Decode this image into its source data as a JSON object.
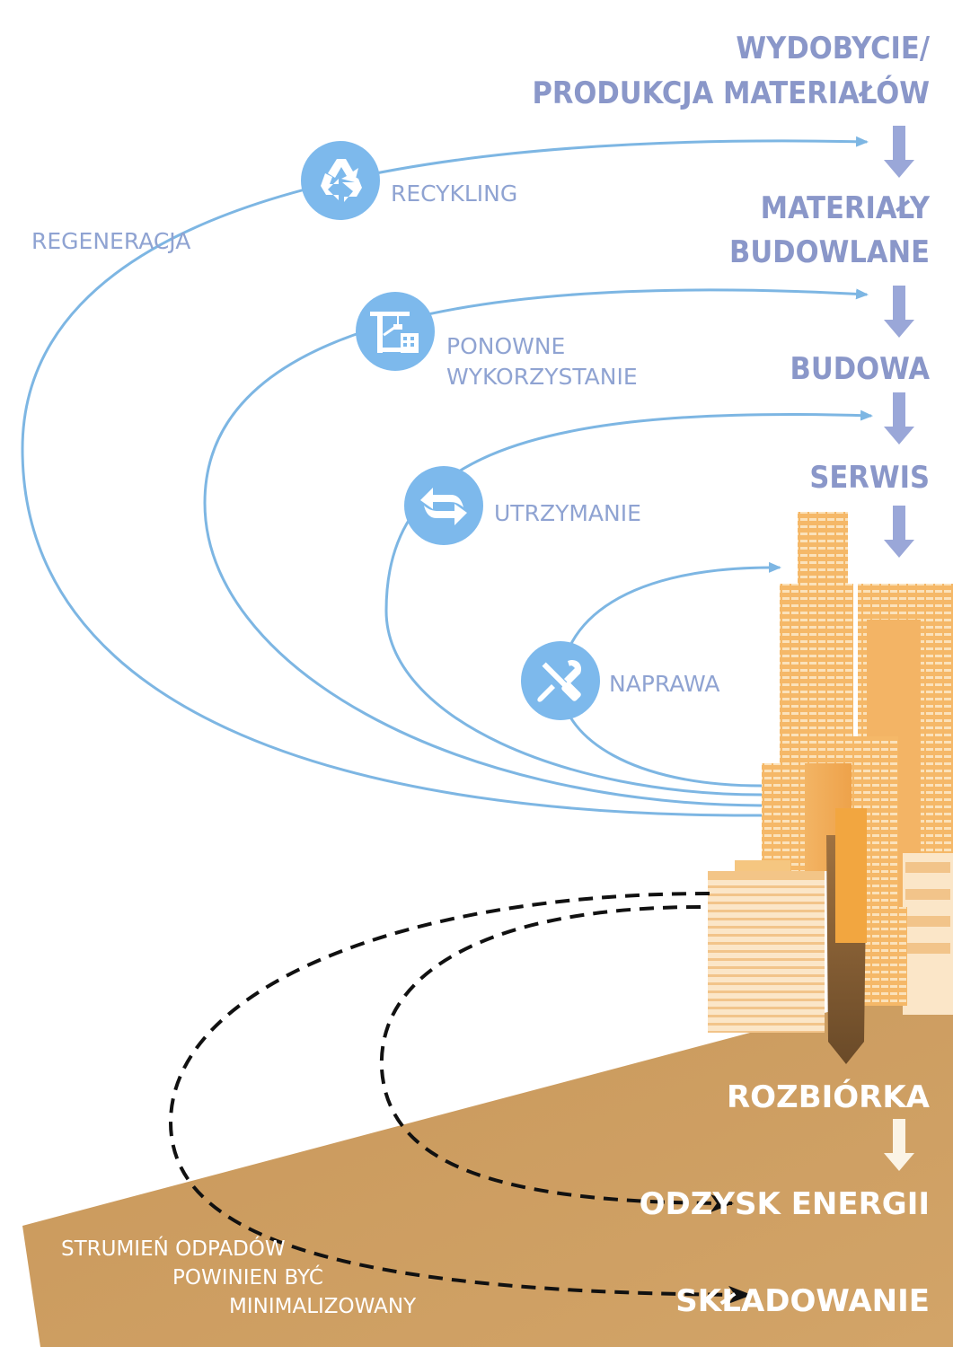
{
  "stages": {
    "extraction_line1": "WYDOBYCIE/",
    "extraction_line2": "PRODUKCJA MATERIAŁÓW",
    "materials_line1": "MATERIAŁY",
    "materials_line2": "BUDOWLANE",
    "construction": "BUDOWA",
    "service": "SERWIS",
    "demolition": "ROZBIÓRKA",
    "energy_recovery": "ODZYSK ENERGII",
    "landfill": "SKŁADOWANIE"
  },
  "loops": {
    "regeneration": "REGENERACJA",
    "recycling": "RECYKLING",
    "reuse_line1": "PONOWNE",
    "reuse_line2": "WYKORZYSTANIE",
    "maintenance": "UTRZYMANIE",
    "repair": "NAPRAWA"
  },
  "note": {
    "line1": "STRUMIEŃ ODPADÓW",
    "line2": "POWINIEN BYĆ",
    "line3": "MINIMALIZOWANY"
  },
  "colors": {
    "loop_line": "#7db6e3",
    "icon_circle": "#7db9ec",
    "stage_text": "#8a97c9",
    "stage_arrow": "#9aa7d8",
    "ground": "#c99a5a",
    "building": "#f2b86a"
  },
  "icons": [
    "recycle-icon",
    "crane-icon",
    "swap-arrows-icon",
    "tools-icon"
  ]
}
